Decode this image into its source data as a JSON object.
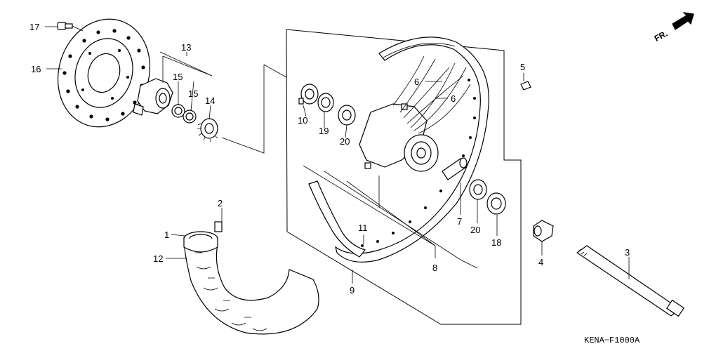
{
  "diagram": {
    "part_code": "KENA−F1000A",
    "direction_label": "FR.",
    "callouts": {
      "c1": "1",
      "c2": "2",
      "c3": "3",
      "c4": "4",
      "c5": "5",
      "c6a": "6",
      "c6b": "6",
      "c7": "7",
      "c8": "8",
      "c9": "9",
      "c10": "10",
      "c11": "11",
      "c12": "12",
      "c13": "13",
      "c14": "14",
      "c15a": "15",
      "c15b": "15",
      "c16": "16",
      "c17": "17",
      "c18": "18",
      "c19": "19",
      "c20a": "20",
      "c20b": "20"
    }
  }
}
